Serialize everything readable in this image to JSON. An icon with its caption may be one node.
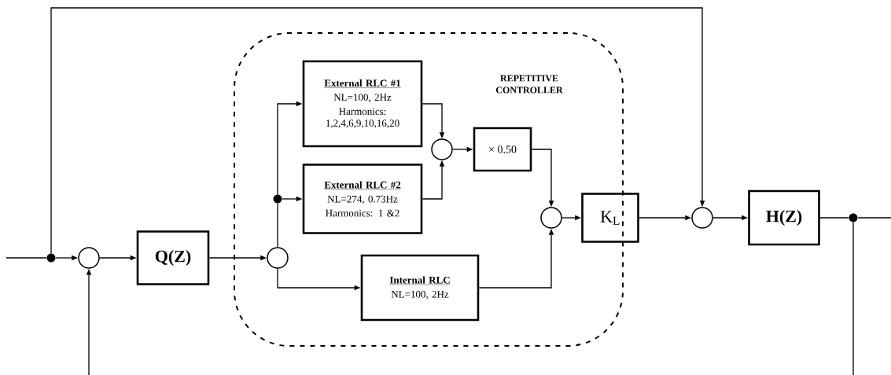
{
  "diagram": {
    "nodes": [
      {
        "text": [
          "REPETITIVE CONTROLLER"
        ]
      },
      {
        "text": [],
        "shape": "dot"
      },
      {
        "text": [],
        "shape": "circle"
      },
      {
        "text": [
          "Q(Z)"
        ]
      },
      {
        "text": [],
        "shape": "circle",
        "in": 0
      },
      {
        "text": [],
        "shape": "dot",
        "in": 0
      },
      {
        "text": [
          "External RLC #1",
          "NL=100, 2Hz",
          "Harmonics: 1,2,4,6,9,10,16,20"
        ],
        "in": 0
      },
      {
        "text": [
          "External RLC #2",
          "NL=274, 0.73Hz",
          "Harmonics: 1 &2"
        ],
        "in": 0
      },
      {
        "text": [],
        "shape": "circle",
        "in": 0
      },
      {
        "text": [
          "× 0.50"
        ],
        "in": 0
      },
      {
        "text": [
          "Internal RLC",
          "NL=100, 2Hz"
        ],
        "in": 0
      },
      {
        "text": [],
        "shape": "circle",
        "in": 0
      },
      {
        "text": [
          "K$_{L}$"
        ],
        "in": 0
      },
      {
        "text": [],
        "shape": "circle"
      },
      {
        "text": [
          "H(Z)"
        ]
      },
      {
        "text": [],
        "shape": "dot"
      }
    ],
    "edges": [
      {
        "from": null,
        "to": 1,
        "arrow": "none"
      },
      {
        "from": 1,
        "to": 2,
        "arrow": "to"
      },
      {
        "from": 1,
        "to": 13,
        "arrow": "to"
      },
      {
        "from": null,
        "to": 2,
        "arrow": "to"
      },
      {
        "from": 2,
        "to": 3,
        "arrow": "to"
      },
      {
        "from": 3,
        "to": 4,
        "arrow": "to"
      },
      {
        "from": 4,
        "to": 5,
        "arrow": "none"
      },
      {
        "from": 5,
        "to": 6,
        "arrow": "to"
      },
      {
        "from": 5,
        "to": 7,
        "arrow": "to"
      },
      {
        "from": 4,
        "to": 10,
        "arrow": "to"
      },
      {
        "from": 6,
        "to": 8,
        "arrow": "to"
      },
      {
        "from": 7,
        "to": 8,
        "arrow": "to"
      },
      {
        "from": 8,
        "to": 9,
        "arrow": "to"
      },
      {
        "from": 9,
        "to": 11,
        "arrow": "to"
      },
      {
        "from": 10,
        "to": 11,
        "arrow": "to"
      },
      {
        "from": 11,
        "to": 12,
        "arrow": "to"
      },
      {
        "from": 12,
        "to": 13,
        "arrow": "to"
      },
      {
        "from": 13,
        "to": 14,
        "arrow": "to"
      },
      {
        "from": 14,
        "to": 15,
        "arrow": "none"
      },
      {
        "from": 15,
        "to": null,
        "arrow": "none"
      },
      {
        "from": 15,
        "to": null,
        "arrow": "none"
      }
    ]
  }
}
